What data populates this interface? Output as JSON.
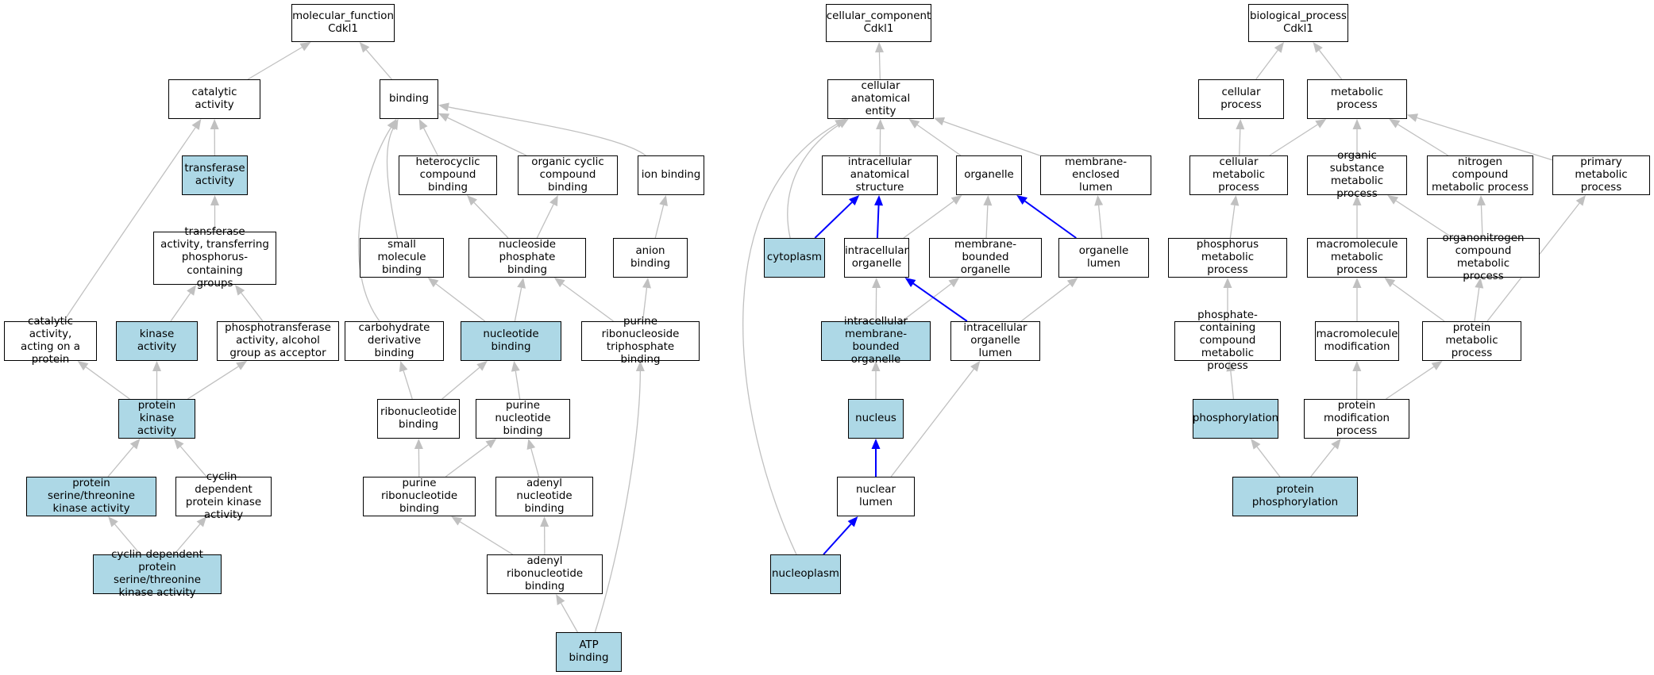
{
  "colors": {
    "highlight_fill": "#add8e6",
    "node_fill": "#ffffff",
    "border": "#000000",
    "edge_grey": "#c0c0c0",
    "edge_blue": "#0000ff"
  },
  "nodes": {
    "mf_root": {
      "label": "molecular_function\nCdkl1",
      "hl": false
    },
    "catalytic": {
      "label": "catalytic activity",
      "hl": false
    },
    "binding": {
      "label": "binding",
      "hl": false
    },
    "transferase": {
      "label": "transferase\nactivity",
      "hl": true
    },
    "transf_phos": {
      "label": "transferase\nactivity, transferring\nphosphorus-containing\ngroups",
      "hl": false
    },
    "cat_protein": {
      "label": "catalytic activity,\nacting on a\nprotein",
      "hl": false
    },
    "kinase": {
      "label": "kinase activity",
      "hl": true
    },
    "phosphotransferase": {
      "label": "phosphotransferase\nactivity, alcohol\ngroup as acceptor",
      "hl": false
    },
    "protein_kinase": {
      "label": "protein kinase\nactivity",
      "hl": true
    },
    "ser_thr_kinase": {
      "label": "protein serine/threonine\nkinase activity",
      "hl": true
    },
    "cdk_activity": {
      "label": "cyclin-dependent\nprotein kinase\nactivity",
      "hl": false
    },
    "cdk_ser_thr": {
      "label": "cyclin-dependent\nprotein serine/threonine\nkinase activity",
      "hl": true
    },
    "heterocyclic": {
      "label": "heterocyclic\ncompound binding",
      "hl": false
    },
    "organic_cyclic": {
      "label": "organic cyclic\ncompound binding",
      "hl": false
    },
    "ion_binding": {
      "label": "ion binding",
      "hl": false
    },
    "small_molecule": {
      "label": "small molecule\nbinding",
      "hl": false
    },
    "nucleoside_phosphate": {
      "label": "nucleoside phosphate\nbinding",
      "hl": false
    },
    "anion_binding": {
      "label": "anion binding",
      "hl": false
    },
    "carbohydrate_deriv": {
      "label": "carbohydrate\nderivative binding",
      "hl": false
    },
    "nucleotide_binding": {
      "label": "nucleotide binding",
      "hl": true
    },
    "purine_ribonucleoside_tp": {
      "label": "purine ribonucleoside\ntriphosphate\nbinding",
      "hl": false
    },
    "ribonucleotide": {
      "label": "ribonucleotide\nbinding",
      "hl": false
    },
    "purine_nucleotide": {
      "label": "purine nucleotide\nbinding",
      "hl": false
    },
    "purine_ribonucleotide": {
      "label": "purine ribonucleotide\nbinding",
      "hl": false
    },
    "adenyl_nucleotide": {
      "label": "adenyl nucleotide\nbinding",
      "hl": false
    },
    "adenyl_ribonucleotide": {
      "label": "adenyl ribonucleotide\nbinding",
      "hl": false
    },
    "atp_binding": {
      "label": "ATP binding",
      "hl": true
    },
    "cc_root": {
      "label": "cellular_component\nCdkl1",
      "hl": false
    },
    "cell_anat": {
      "label": "cellular anatomical\nentity",
      "hl": false
    },
    "intracell_struct": {
      "label": "intracellular\nanatomical structure",
      "hl": false
    },
    "organelle": {
      "label": "organelle",
      "hl": false
    },
    "membrane_enclosed": {
      "label": "membrane-enclosed\nlumen",
      "hl": false
    },
    "cytoplasm": {
      "label": "cytoplasm",
      "hl": true
    },
    "intracell_organelle": {
      "label": "intracellular\norganelle",
      "hl": false
    },
    "membrane_bounded": {
      "label": "membrane-bounded\norganelle",
      "hl": false
    },
    "organelle_lumen": {
      "label": "organelle lumen",
      "hl": false
    },
    "intracell_mb_organelle": {
      "label": "intracellular\nmembrane-bounded\norganelle",
      "hl": true
    },
    "intracell_org_lumen": {
      "label": "intracellular\norganelle lumen",
      "hl": false
    },
    "nucleus": {
      "label": "nucleus",
      "hl": true
    },
    "nuclear_lumen": {
      "label": "nuclear lumen",
      "hl": false
    },
    "nucleoplasm": {
      "label": "nucleoplasm",
      "hl": true
    },
    "bp_root": {
      "label": "biological_process\nCdkl1",
      "hl": false
    },
    "cellular_process": {
      "label": "cellular process",
      "hl": false
    },
    "metabolic_process": {
      "label": "metabolic process",
      "hl": false
    },
    "cell_metabolic": {
      "label": "cellular metabolic\nprocess",
      "hl": false
    },
    "organic_subst": {
      "label": "organic substance\nmetabolic process",
      "hl": false
    },
    "nitrogen_comp": {
      "label": "nitrogen compound\nmetabolic process",
      "hl": false
    },
    "primary_metabolic": {
      "label": "primary metabolic\nprocess",
      "hl": false
    },
    "phosphorus_met": {
      "label": "phosphorus metabolic\nprocess",
      "hl": false
    },
    "macromolecule_met": {
      "label": "macromolecule\nmetabolic process",
      "hl": false
    },
    "organonitrogen": {
      "label": "organonitrogen\ncompound metabolic\nprocess",
      "hl": false
    },
    "phosphate_containing": {
      "label": "phosphate-containing\ncompound metabolic\nprocess",
      "hl": false
    },
    "macromolecule_mod": {
      "label": "macromolecule\nmodification",
      "hl": false
    },
    "protein_metabolic": {
      "label": "protein metabolic\nprocess",
      "hl": false
    },
    "phosphorylation": {
      "label": "phosphorylation",
      "hl": true
    },
    "protein_mod": {
      "label": "protein modification\nprocess",
      "hl": false
    },
    "protein_phosphorylation": {
      "label": "protein phosphorylation",
      "hl": true
    }
  },
  "edges": [
    {
      "from": "catalytic",
      "to": "mf_root",
      "kind": "grey"
    },
    {
      "from": "binding",
      "to": "mf_root",
      "kind": "grey"
    },
    {
      "from": "transferase",
      "to": "catalytic",
      "kind": "grey"
    },
    {
      "from": "cat_protein",
      "to": "catalytic",
      "kind": "grey"
    },
    {
      "from": "transf_phos",
      "to": "transferase",
      "kind": "grey"
    },
    {
      "from": "kinase",
      "to": "transf_phos",
      "kind": "grey"
    },
    {
      "from": "phosphotransferase",
      "to": "transf_phos",
      "kind": "grey"
    },
    {
      "from": "protein_kinase",
      "to": "cat_protein",
      "kind": "grey"
    },
    {
      "from": "protein_kinase",
      "to": "kinase",
      "kind": "grey"
    },
    {
      "from": "protein_kinase",
      "to": "phosphotransferase",
      "kind": "grey"
    },
    {
      "from": "ser_thr_kinase",
      "to": "protein_kinase",
      "kind": "grey"
    },
    {
      "from": "cdk_activity",
      "to": "protein_kinase",
      "kind": "grey"
    },
    {
      "from": "cdk_ser_thr",
      "to": "ser_thr_kinase",
      "kind": "grey"
    },
    {
      "from": "cdk_ser_thr",
      "to": "cdk_activity",
      "kind": "grey"
    },
    {
      "from": "heterocyclic",
      "to": "binding",
      "kind": "grey"
    },
    {
      "from": "organic_cyclic",
      "to": "binding",
      "kind": "grey"
    },
    {
      "from": "ion_binding",
      "to": "binding",
      "kind": "grey"
    },
    {
      "from": "small_molecule",
      "to": "binding",
      "kind": "grey"
    },
    {
      "from": "carbohydrate_deriv",
      "to": "binding",
      "kind": "grey"
    },
    {
      "from": "nucleoside_phosphate",
      "to": "heterocyclic",
      "kind": "grey"
    },
    {
      "from": "nucleoside_phosphate",
      "to": "organic_cyclic",
      "kind": "grey"
    },
    {
      "from": "anion_binding",
      "to": "ion_binding",
      "kind": "grey"
    },
    {
      "from": "nucleotide_binding",
      "to": "small_molecule",
      "kind": "grey"
    },
    {
      "from": "nucleotide_binding",
      "to": "nucleoside_phosphate",
      "kind": "grey"
    },
    {
      "from": "purine_ribonucleoside_tp",
      "to": "nucleoside_phosphate",
      "kind": "grey"
    },
    {
      "from": "purine_ribonucleoside_tp",
      "to": "anion_binding",
      "kind": "grey"
    },
    {
      "from": "ribonucleotide",
      "to": "carbohydrate_deriv",
      "kind": "grey"
    },
    {
      "from": "ribonucleotide",
      "to": "nucleotide_binding",
      "kind": "grey"
    },
    {
      "from": "purine_nucleotide",
      "to": "nucleotide_binding",
      "kind": "grey"
    },
    {
      "from": "purine_ribonucleotide",
      "to": "ribonucleotide",
      "kind": "grey"
    },
    {
      "from": "purine_ribonucleotide",
      "to": "purine_nucleotide",
      "kind": "grey"
    },
    {
      "from": "adenyl_nucleotide",
      "to": "purine_nucleotide",
      "kind": "grey"
    },
    {
      "from": "adenyl_ribonucleotide",
      "to": "purine_ribonucleotide",
      "kind": "grey"
    },
    {
      "from": "adenyl_ribonucleotide",
      "to": "adenyl_nucleotide",
      "kind": "grey"
    },
    {
      "from": "atp_binding",
      "to": "adenyl_ribonucleotide",
      "kind": "grey"
    },
    {
      "from": "atp_binding",
      "to": "purine_ribonucleoside_tp",
      "kind": "grey"
    },
    {
      "from": "cell_anat",
      "to": "cc_root",
      "kind": "grey"
    },
    {
      "from": "intracell_struct",
      "to": "cell_anat",
      "kind": "grey"
    },
    {
      "from": "organelle",
      "to": "cell_anat",
      "kind": "grey"
    },
    {
      "from": "membrane_enclosed",
      "to": "cell_anat",
      "kind": "grey"
    },
    {
      "from": "cytoplasm",
      "to": "cell_anat",
      "kind": "grey"
    },
    {
      "from": "nucleoplasm",
      "to": "cell_anat",
      "kind": "grey"
    },
    {
      "from": "cytoplasm",
      "to": "intracell_struct",
      "kind": "blue"
    },
    {
      "from": "intracell_organelle",
      "to": "intracell_struct",
      "kind": "blue"
    },
    {
      "from": "intracell_organelle",
      "to": "organelle",
      "kind": "grey"
    },
    {
      "from": "membrane_bounded",
      "to": "organelle",
      "kind": "grey"
    },
    {
      "from": "organelle_lumen",
      "to": "organelle",
      "kind": "blue"
    },
    {
      "from": "organelle_lumen",
      "to": "membrane_enclosed",
      "kind": "grey"
    },
    {
      "from": "intracell_mb_organelle",
      "to": "intracell_organelle",
      "kind": "grey"
    },
    {
      "from": "intracell_mb_organelle",
      "to": "membrane_bounded",
      "kind": "grey"
    },
    {
      "from": "intracell_org_lumen",
      "to": "intracell_organelle",
      "kind": "blue"
    },
    {
      "from": "intracell_org_lumen",
      "to": "organelle_lumen",
      "kind": "grey"
    },
    {
      "from": "nucleus",
      "to": "intracell_mb_organelle",
      "kind": "grey"
    },
    {
      "from": "nuclear_lumen",
      "to": "nucleus",
      "kind": "blue"
    },
    {
      "from": "nuclear_lumen",
      "to": "intracell_org_lumen",
      "kind": "grey"
    },
    {
      "from": "nucleoplasm",
      "to": "nuclear_lumen",
      "kind": "blue"
    },
    {
      "from": "cellular_process",
      "to": "bp_root",
      "kind": "grey"
    },
    {
      "from": "metabolic_process",
      "to": "bp_root",
      "kind": "grey"
    },
    {
      "from": "cell_metabolic",
      "to": "cellular_process",
      "kind": "grey"
    },
    {
      "from": "cell_metabolic",
      "to": "metabolic_process",
      "kind": "grey"
    },
    {
      "from": "organic_subst",
      "to": "metabolic_process",
      "kind": "grey"
    },
    {
      "from": "nitrogen_comp",
      "to": "metabolic_process",
      "kind": "grey"
    },
    {
      "from": "primary_metabolic",
      "to": "metabolic_process",
      "kind": "grey"
    },
    {
      "from": "phosphorus_met",
      "to": "cell_metabolic",
      "kind": "grey"
    },
    {
      "from": "macromolecule_met",
      "to": "organic_subst",
      "kind": "grey"
    },
    {
      "from": "organonitrogen",
      "to": "organic_subst",
      "kind": "grey"
    },
    {
      "from": "organonitrogen",
      "to": "nitrogen_comp",
      "kind": "grey"
    },
    {
      "from": "phosphate_containing",
      "to": "phosphorus_met",
      "kind": "grey"
    },
    {
      "from": "macromolecule_mod",
      "to": "macromolecule_met",
      "kind": "grey"
    },
    {
      "from": "protein_metabolic",
      "to": "macromolecule_met",
      "kind": "grey"
    },
    {
      "from": "protein_metabolic",
      "to": "organonitrogen",
      "kind": "grey"
    },
    {
      "from": "protein_metabolic",
      "to": "primary_metabolic",
      "kind": "grey"
    },
    {
      "from": "phosphorylation",
      "to": "phosphate_containing",
      "kind": "grey"
    },
    {
      "from": "protein_mod",
      "to": "macromolecule_mod",
      "kind": "grey"
    },
    {
      "from": "protein_mod",
      "to": "protein_metabolic",
      "kind": "grey"
    },
    {
      "from": "protein_phosphorylation",
      "to": "phosphorylation",
      "kind": "grey"
    },
    {
      "from": "protein_phosphorylation",
      "to": "protein_mod",
      "kind": "grey"
    }
  ]
}
